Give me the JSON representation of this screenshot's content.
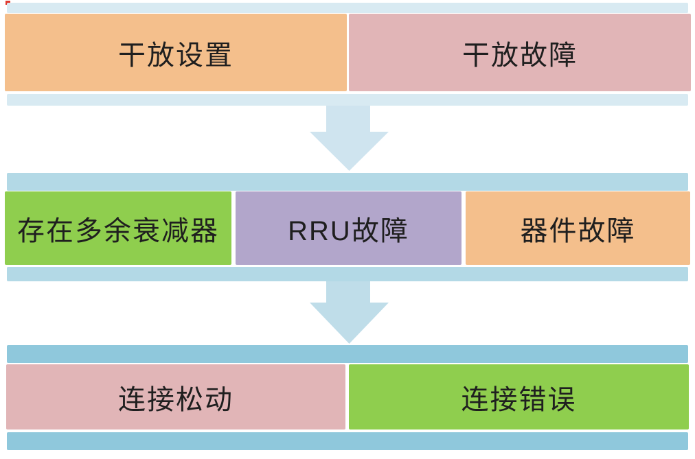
{
  "flowchart": {
    "title": "fault-troubleshooting-flow",
    "text_color": "#1f1f1f",
    "corner_mark_color": "#e03a2f",
    "rows": [
      {
        "bar_color": "#d8eaf2",
        "blocks": [
          {
            "label": "干放设置",
            "color": "#f4bf8c"
          },
          {
            "label": "干放故障",
            "color": "#e1b5b7"
          }
        ]
      },
      {
        "bar_color": "#b3d9e6",
        "blocks": [
          {
            "label": "存在多余衰减器",
            "color": "#8fce4e"
          },
          {
            "label": "RRU故障",
            "color": "#b2a6cb"
          },
          {
            "label": "器件故障",
            "color": "#f4bf8c"
          }
        ]
      },
      {
        "bar_color": "#8fc8dc",
        "blocks": [
          {
            "label": "连接松动",
            "color": "#e1b5b7"
          },
          {
            "label": "连接错误",
            "color": "#8fce4e"
          }
        ]
      }
    ],
    "arrows": [
      {
        "color": "#cfe4ef"
      },
      {
        "color": "#bfdde9"
      }
    ]
  }
}
